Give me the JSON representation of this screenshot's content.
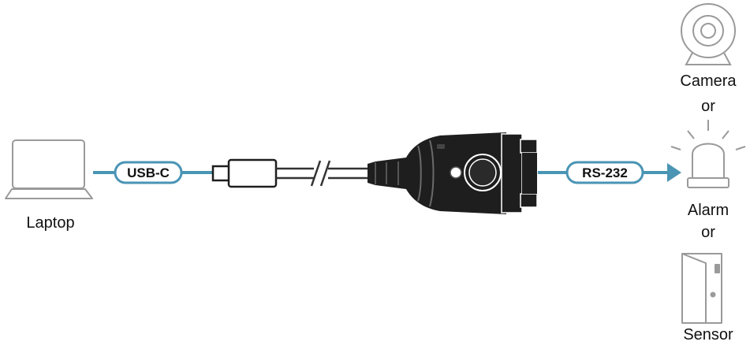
{
  "labels": {
    "laptop": "Laptop",
    "camera": "Camera",
    "or_1": "or",
    "alarm": "Alarm",
    "or_2": "or",
    "sensor": "Sensor"
  },
  "connectors": {
    "usb": "USB-C",
    "serial": "RS-232"
  },
  "icons": {
    "laptop": "laptop-icon",
    "camera": "camera-icon",
    "alarm": "alarm-icon",
    "sensor": "door-sensor-icon",
    "adapter": "usb-c-to-rs232-adapter-icon"
  },
  "colors": {
    "link": "#4a94b4",
    "pill_border": "#4a94b4",
    "icon_gray": "#9a9a9a",
    "adapter_dark": "#1e1e1e",
    "cable": "#333333"
  }
}
